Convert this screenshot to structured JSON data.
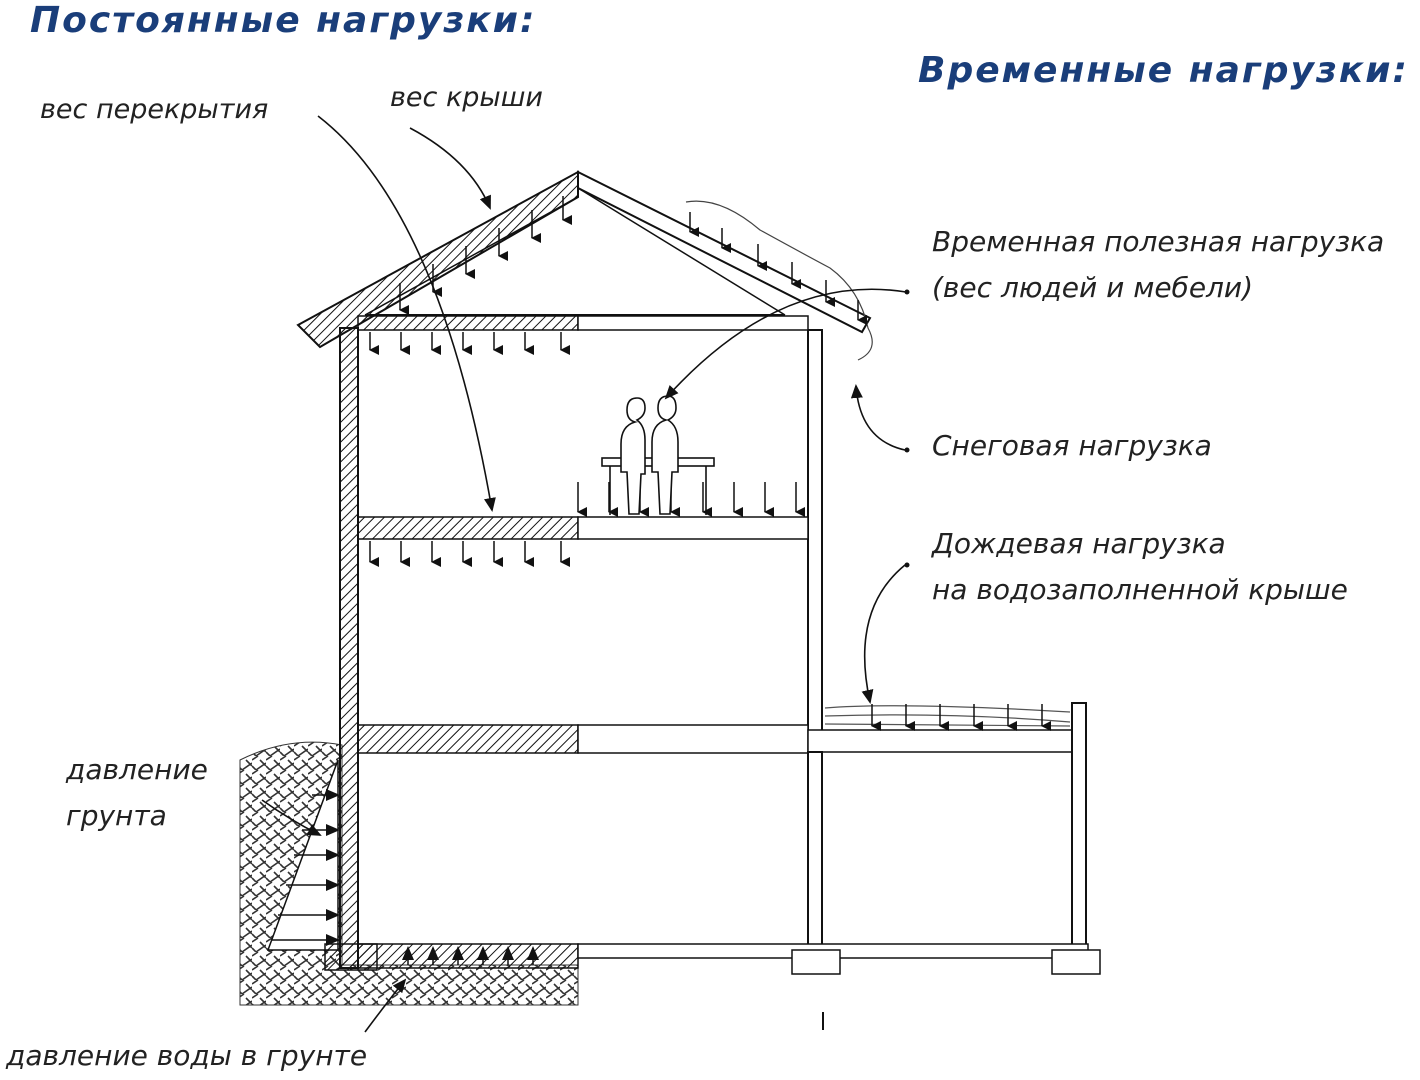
{
  "headings": {
    "permanent": "Постоянные нагрузки:",
    "temporary": "Временные нагрузки:"
  },
  "labels": {
    "floor_weight": "вес перекрытия",
    "roof_weight": "вес крыши",
    "live_load_line1": "Временная полезная нагрузка",
    "live_load_line2": "(вес людей и мебели)",
    "snow_load": "Снеговая нагрузка",
    "rain_load_line1": "Дождевая нагрузка",
    "rain_load_line2": "на водозаполненной крыше",
    "soil_pressure_line1": "давление",
    "soil_pressure_line2": "грунта",
    "groundwater_pressure": "давление воды в грунте"
  },
  "colors": {
    "heading": "#1a3e7a",
    "label": "#222222",
    "line": "#111111"
  }
}
